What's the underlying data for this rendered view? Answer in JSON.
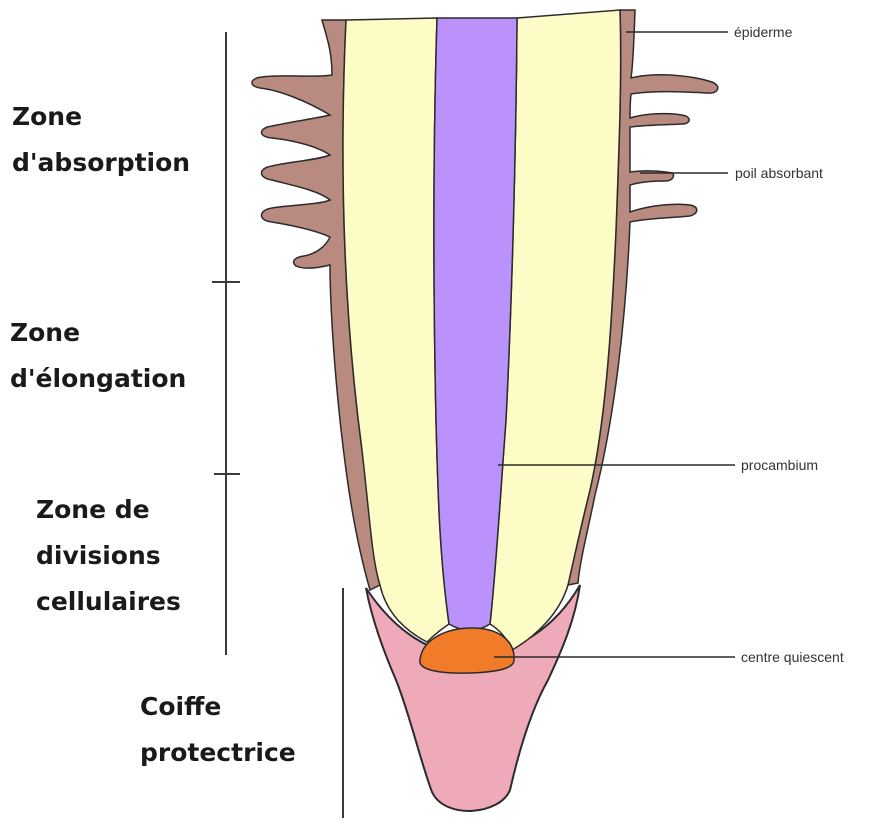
{
  "zones": {
    "absorption": {
      "line1": "Zone",
      "line2": "d'absorption"
    },
    "elongation": {
      "line1": "Zone",
      "line2": "d'élongation"
    },
    "division": {
      "line1": "Zone de",
      "line2": "divisions",
      "line3": "cellulaires"
    },
    "coiffe": {
      "line1": "Coiffe",
      "line2": "protectrice"
    }
  },
  "parts": {
    "epiderme": "épiderme",
    "poil": "poil absorbant",
    "procambium": "procambium",
    "centre": "centre quiescent"
  },
  "colors": {
    "epidermis": "#b98a7f",
    "cortex": "#fdfcc7",
    "procambium": "#bb92fc",
    "root_cap": "#eeaab8",
    "quiescent_center": "#f07c2a",
    "outline": "#2b2b2b"
  }
}
